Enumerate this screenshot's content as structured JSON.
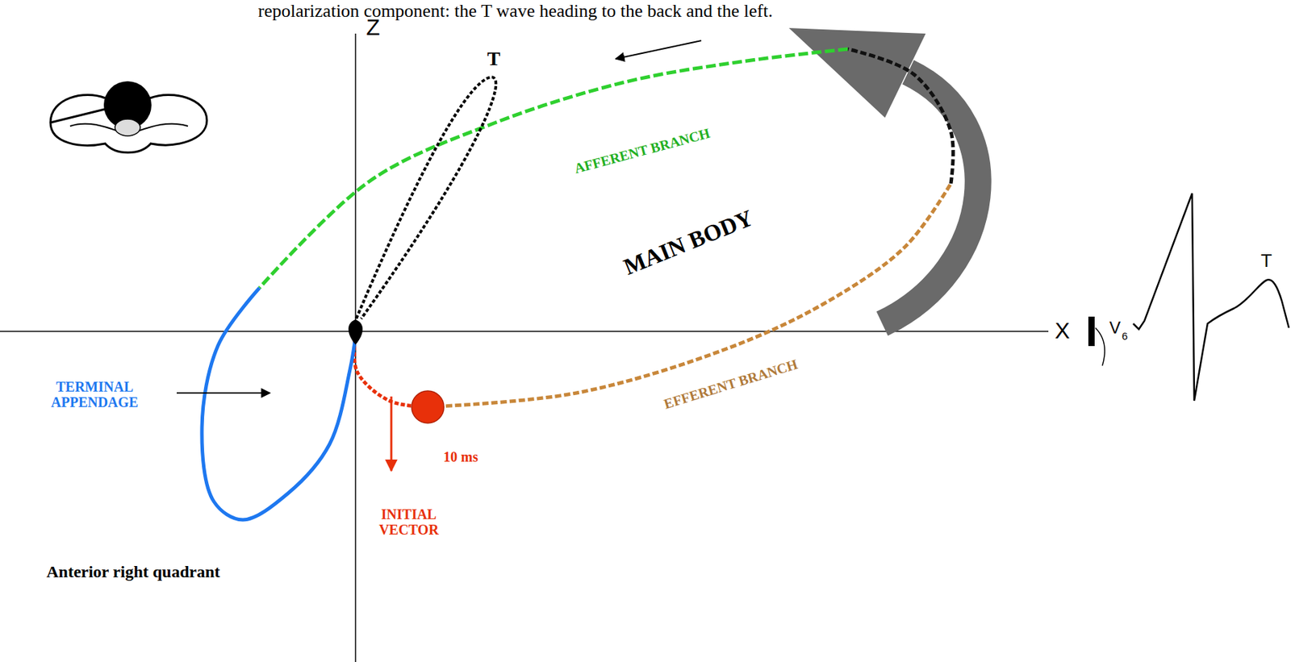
{
  "diagram": {
    "labels": [
      "repolarization component: the T wave heading to the back and the left.",
      "Z",
      "T",
      "AFFERENT BRANCH",
      "MAIN BODY",
      "X",
      "V",
      "6",
      "T",
      "TERMINAL APPENDAGE",
      "EFFERENT BRANCH",
      "10 ms",
      "INITIAL VECTOR",
      "Anterior right quadrant"
    ]
  }
}
